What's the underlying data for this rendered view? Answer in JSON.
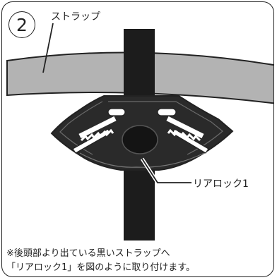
{
  "step": {
    "number": "2"
  },
  "labels": {
    "strap": "ストラップ",
    "rear_lock": "リアロック1"
  },
  "note": {
    "line1": "※後頭部より出ている黒いストラップへ",
    "line2": "「リアロック1」を図のように取り付けます。"
  },
  "colors": {
    "outline": "#222222",
    "strap_gray": "#b3b3b3",
    "black_strap": "#1c1c1c",
    "lock_body": "#2a2a2a"
  }
}
